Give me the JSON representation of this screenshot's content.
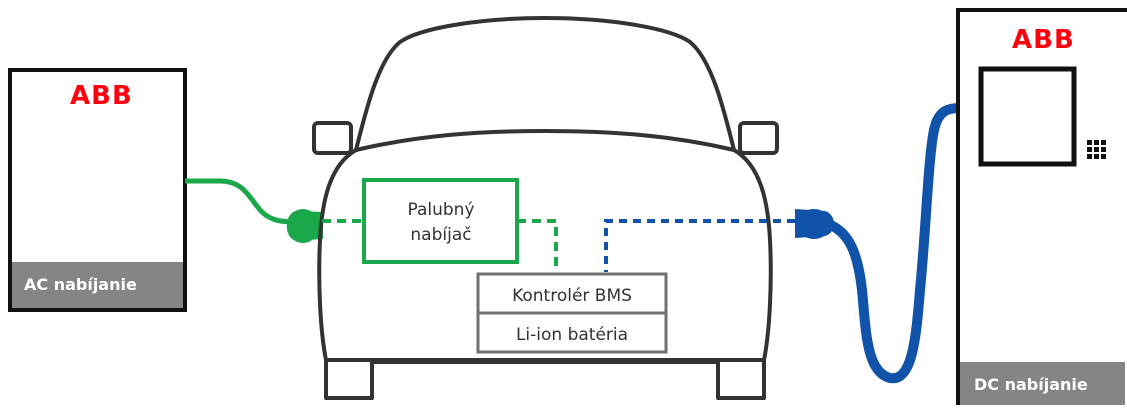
{
  "colors": {
    "ac": "#1aa84a",
    "dc": "#1153a8",
    "outline": "#333333",
    "label_bg": "#858585",
    "brand": "#ff000f"
  },
  "ac_charger": {
    "logo": "ABB",
    "label": "AC nabíjanie"
  },
  "dc_charger": {
    "logo": "ABB",
    "label": "DC nabíjanie",
    "icon": "keypad-icon"
  },
  "onboard_charger": {
    "line1": "Palubný",
    "line2": "nabíjač"
  },
  "bms": {
    "label": "Kontrolér BMS"
  },
  "battery": {
    "label": "Li-ion batéria"
  }
}
